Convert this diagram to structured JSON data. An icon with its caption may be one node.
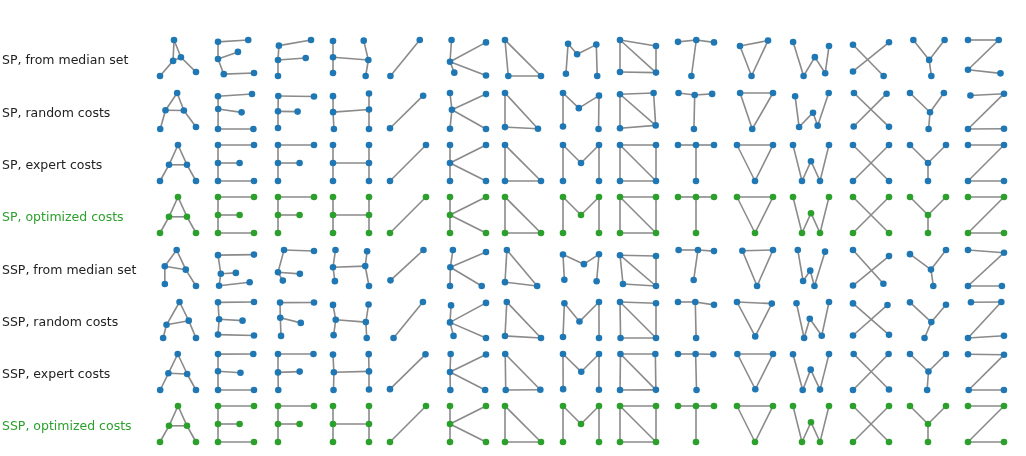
{
  "diagram": {
    "labels": [
      "SP, from median set",
      "SP, random costs",
      "SP, expert costs",
      "SP, optimized costs",
      "SSP, from median set",
      "SSP, random costs",
      "SSP, expert costs",
      "SSP, optimized costs"
    ]
  }
}
